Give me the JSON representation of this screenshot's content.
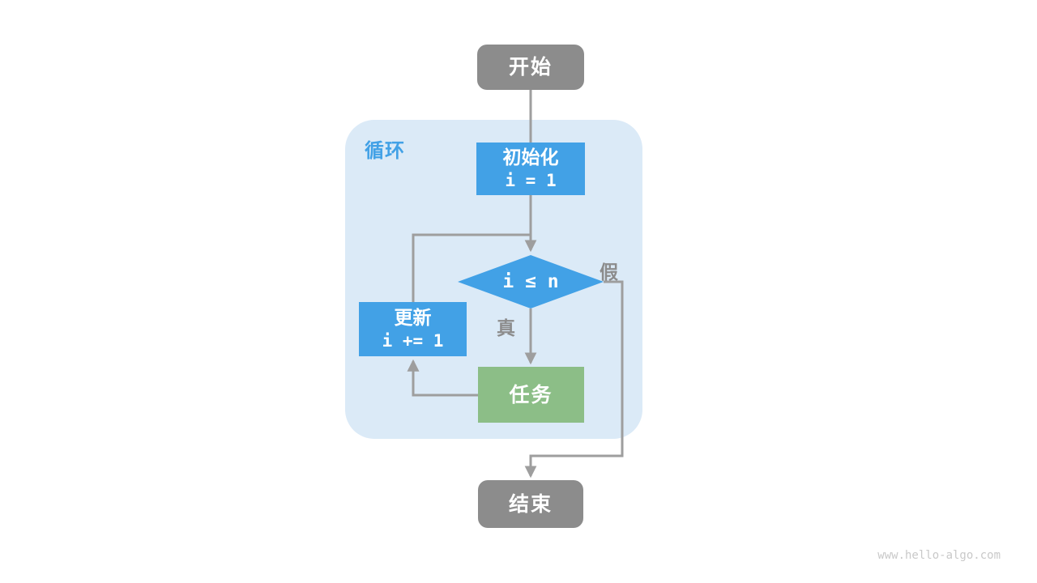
{
  "flowchart": {
    "start": {
      "label": "开始"
    },
    "loop_container": {
      "label": "循环"
    },
    "init": {
      "label": "初始化",
      "code": "i = 1"
    },
    "condition": {
      "expression": "i ≤ n",
      "true_branch": "真",
      "false_branch": "假"
    },
    "update": {
      "label": "更新",
      "code": "i += 1"
    },
    "task": {
      "label": "任务"
    },
    "end": {
      "label": "结束"
    }
  },
  "watermark": "www.hello-algo.com",
  "colors": {
    "node_gray": "#8C8C8C",
    "node_blue": "#42A1E6",
    "node_green": "#8CBE87",
    "container_bg": "#DBEAF7",
    "loop_label_text": "#42A1E6",
    "connector": "#9E9E9E",
    "branch_label": "#8C8C8C",
    "watermark_text": "#C9C9C9"
  }
}
